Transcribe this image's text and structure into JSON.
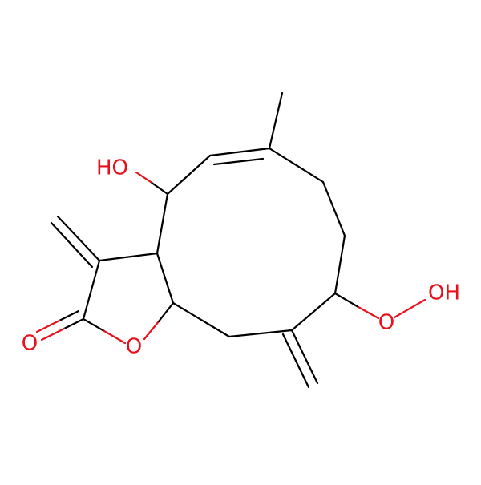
{
  "colors": {
    "carbon_bond": "#000000",
    "oxygen": "#e8101a",
    "background": "#ffffff"
  },
  "atoms": {
    "hydroxyl": {
      "label": "HO"
    },
    "hydroperoxy_o": {
      "label": "O"
    },
    "hydroperoxy_oh": {
      "label": "OH"
    },
    "carbonyl_o": {
      "label": "O"
    },
    "ring_o": {
      "label": "O"
    }
  }
}
